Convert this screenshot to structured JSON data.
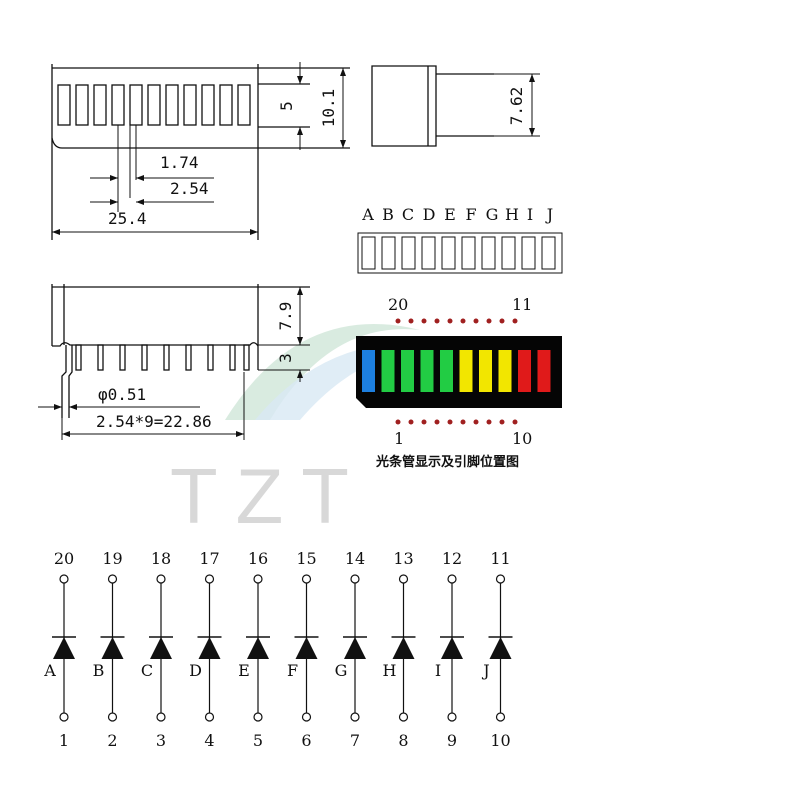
{
  "watermark": "TZT",
  "dimensions": {
    "height_outer": "10.1",
    "height_inner": "5",
    "seg_width": "1.74",
    "pitch": "2.54",
    "length": "25.4",
    "side_depth": "7.62",
    "body_height": "7.9",
    "lead_len": "3",
    "lead_dia": "φ0.51",
    "lead_span": "2.54*9=22.86"
  },
  "segment_letters": [
    "A",
    "B",
    "C",
    "D",
    "E",
    "F",
    "G",
    "H",
    "I",
    "J"
  ],
  "led_display": {
    "top_pin_left": "20",
    "top_pin_right": "11",
    "bottom_pin_left": "1",
    "bottom_pin_right": "10",
    "caption": "光条管显示及引脚位置图",
    "bar_colors": [
      "#1d7fe0",
      "#22cc44",
      "#22cc44",
      "#22cc44",
      "#22cc44",
      "#f2e600",
      "#f2e600",
      "#f2e600",
      "#e01a1a",
      "#e01a1a"
    ]
  },
  "schematic": {
    "top_pins": [
      "20",
      "19",
      "18",
      "17",
      "16",
      "15",
      "14",
      "13",
      "12",
      "11"
    ],
    "labels": [
      "A",
      "B",
      "C",
      "D",
      "E",
      "F",
      "G",
      "H",
      "I",
      "J"
    ],
    "bottom_pins": [
      "1",
      "2",
      "3",
      "4",
      "5",
      "6",
      "7",
      "8",
      "9",
      "10"
    ]
  }
}
